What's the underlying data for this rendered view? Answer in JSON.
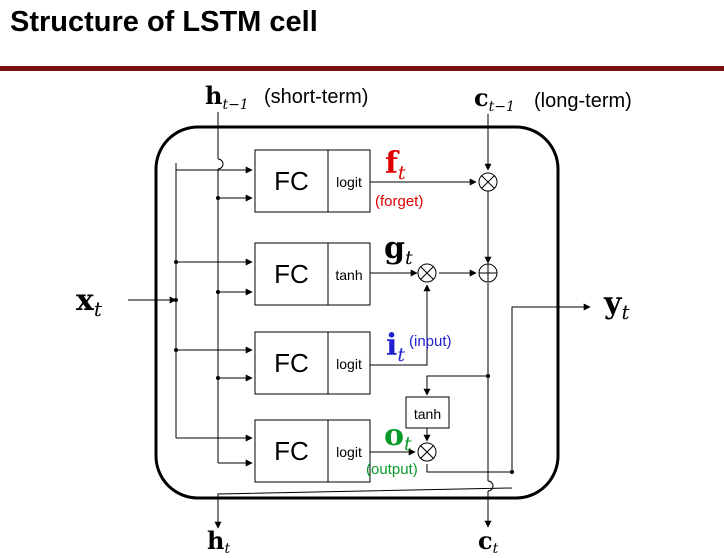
{
  "title": "Structure of LSTM cell",
  "colors": {
    "rule": "#7a1010",
    "forget": "#e00000",
    "input": "#2020cc",
    "output": "#0a9a2a"
  },
  "labels": {
    "h_prev": {
      "sym": "h",
      "sub": "t−1",
      "note": "(short-term)"
    },
    "c_prev": {
      "sym": "c",
      "sub": "t−1",
      "note": "(long-term)"
    },
    "x": {
      "sym": "x",
      "sub": "t"
    },
    "y": {
      "sym": "y",
      "sub": "t"
    },
    "h_out": {
      "sym": "h",
      "sub": "t"
    },
    "c_out": {
      "sym": "c",
      "sub": "t"
    }
  },
  "gates": [
    {
      "id": "forget",
      "block": "FC",
      "act": "logit",
      "sym": "f",
      "sub": "t",
      "note": "(forget)"
    },
    {
      "id": "candidate",
      "block": "FC",
      "act": "tanh",
      "sym": "g",
      "sub": "t",
      "note": ""
    },
    {
      "id": "input",
      "block": "FC",
      "act": "logit",
      "sym": "i",
      "sub": "t",
      "note": "(input)"
    },
    {
      "id": "output",
      "block": "FC",
      "act": "logit",
      "sym": "o",
      "sub": "t",
      "note": "(output)"
    }
  ],
  "tanh_box": "tanh",
  "ops": {
    "multiply": "⊗",
    "add": "⊕"
  }
}
